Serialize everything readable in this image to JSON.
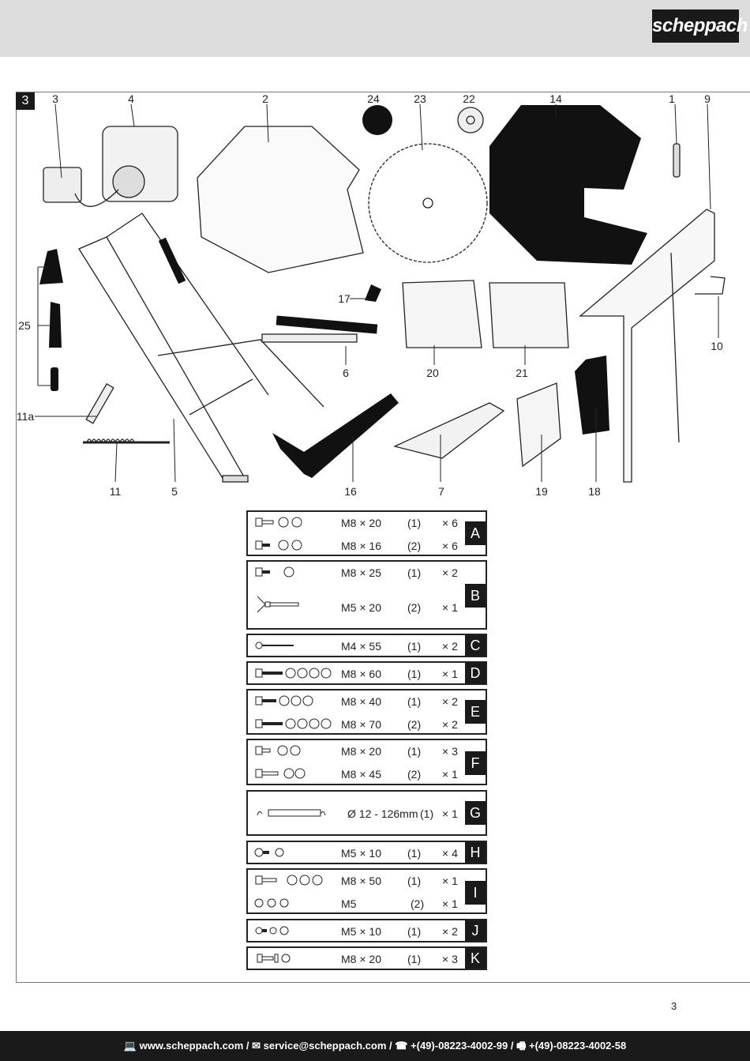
{
  "brand": "scheppach",
  "figure_number": "3",
  "part_labels": [
    "3",
    "4",
    "2",
    "24",
    "23",
    "22",
    "14",
    "1",
    "9",
    "25",
    "17",
    "10",
    "6",
    "20",
    "21",
    "11a",
    "11",
    "5",
    "16",
    "7",
    "19",
    "18"
  ],
  "hardware": [
    {
      "letter": "A",
      "rows": [
        {
          "spec": "M8 × 20",
          "num": "(1)",
          "qty": "× 6"
        },
        {
          "spec": "M8 × 16",
          "num": "(2)",
          "qty": "× 6"
        }
      ]
    },
    {
      "letter": "B",
      "rows": [
        {
          "spec": "M8 × 25",
          "num": "(1)",
          "qty": "× 2"
        },
        {
          "spec": "M5 × 20",
          "num": "(2)",
          "qty": "× 1"
        }
      ]
    },
    {
      "letter": "C",
      "rows": [
        {
          "spec": "M4 × 55",
          "num": "(1)",
          "qty": "× 2"
        }
      ]
    },
    {
      "letter": "D",
      "rows": [
        {
          "spec": "M8 × 60",
          "num": "(1)",
          "qty": "× 1"
        }
      ]
    },
    {
      "letter": "E",
      "rows": [
        {
          "spec": "M8 × 40",
          "num": "(1)",
          "qty": "× 2"
        },
        {
          "spec": "M8 × 70",
          "num": "(2)",
          "qty": "× 2"
        }
      ]
    },
    {
      "letter": "F",
      "rows": [
        {
          "spec": "M8 × 20",
          "num": "(1)",
          "qty": "× 3"
        },
        {
          "spec": "M8 × 45",
          "num": "(2)",
          "qty": "× 1"
        }
      ]
    },
    {
      "letter": "G",
      "rows": [
        {
          "spec": "Ø 12 - 126mm",
          "num": "(1)",
          "qty": "× 1"
        }
      ]
    },
    {
      "letter": "H",
      "rows": [
        {
          "spec": "M5 × 10",
          "num": "(1)",
          "qty": "× 4"
        }
      ]
    },
    {
      "letter": "I",
      "rows": [
        {
          "spec": "M8 × 50",
          "num": "(1)",
          "qty": "× 1"
        },
        {
          "spec": "M5",
          "num": "(2)",
          "qty": "× 1"
        }
      ]
    },
    {
      "letter": "J",
      "rows": [
        {
          "spec": "M5 × 10",
          "num": "(1)",
          "qty": "× 2"
        }
      ]
    },
    {
      "letter": "K",
      "rows": [
        {
          "spec": "M8 × 20",
          "num": "(1)",
          "qty": "× 3"
        }
      ]
    }
  ],
  "page_number": "3",
  "footer_text": "💻 www.scheppach.com / ✉ service@scheppach.com / ☎ +(49)-08223-4002-99 / 🖷 +(49)-08223-4002-58"
}
